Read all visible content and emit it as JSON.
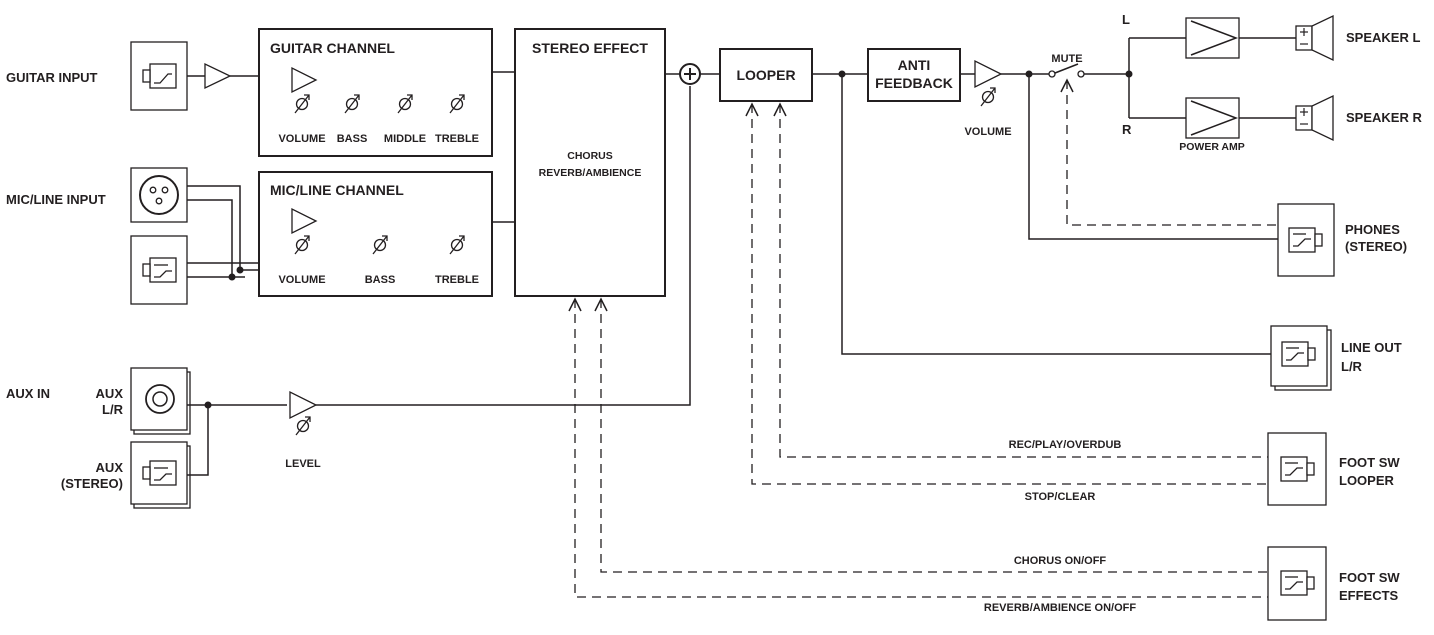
{
  "inputs": {
    "guitar": "GUITAR INPUT",
    "mic_line": "MIC/LINE INPUT",
    "aux_in": "AUX IN",
    "aux_lr": [
      "AUX",
      "L/R"
    ],
    "aux_stereo": [
      "AUX",
      "(STEREO)"
    ]
  },
  "guitar_channel": {
    "title": "GUITAR CHANNEL",
    "knobs": [
      "VOLUME",
      "BASS",
      "MIDDLE",
      "TREBLE"
    ]
  },
  "mic_channel": {
    "title": "MIC/LINE CHANNEL",
    "knobs": [
      "VOLUME",
      "BASS",
      "TREBLE"
    ]
  },
  "stereo_effect": {
    "title": "STEREO EFFECT",
    "effects": [
      "CHORUS",
      "REVERB/AMBIENCE"
    ]
  },
  "aux_level": "LEVEL",
  "looper": "LOOPER",
  "anti_feedback": [
    "ANTI",
    "FEEDBACK"
  ],
  "master_volume": "VOLUME",
  "mute": "MUTE",
  "channel_l": "L",
  "channel_r": "R",
  "power_amp": "POWER AMP",
  "speakers": [
    "SPEAKER L",
    "SPEAKER R"
  ],
  "outputs": {
    "phones": [
      "PHONES",
      "(STEREO)"
    ],
    "line_out": [
      "LINE OUT",
      "L/R"
    ],
    "foot_sw_looper": [
      "FOOT SW",
      "LOOPER"
    ],
    "foot_sw_effects": [
      "FOOT SW",
      "EFFECTS"
    ]
  },
  "controls": {
    "rec_play_overdub": "REC/PLAY/OVERDUB",
    "stop_clear": "STOP/CLEAR",
    "chorus_onoff": "CHORUS ON/OFF",
    "reverb_onoff": "REVERB/AMBIENCE ON/OFF"
  },
  "colors": {
    "ink": "#231f20",
    "background": "#ffffff"
  }
}
